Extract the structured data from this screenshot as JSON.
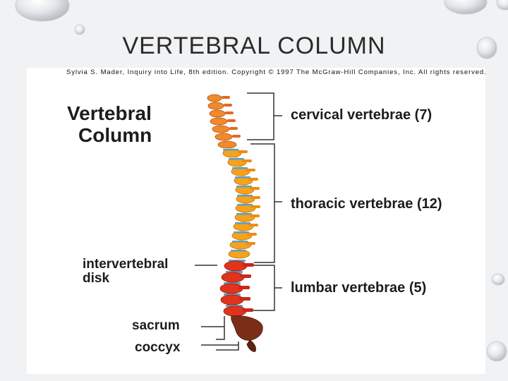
{
  "slide": {
    "title": "VERTEBRAL COLUMN"
  },
  "figure": {
    "credit": "Sylvia S. Mader, Inquiry into Life, 8th edition. Copyright © 1997 The McGraw-Hill Companies, Inc. All rights reserved.",
    "heading_line1": "Vertebral",
    "heading_line2": "Column",
    "labels": {
      "cervical": "cervical vertebrae (7)",
      "thoracic": "thoracic vertebrae (12)",
      "lumbar": "lumbar vertebrae (5)",
      "intervertebral_line1": "intervertebral",
      "intervertebral_line2": "disk",
      "sacrum": "sacrum",
      "coccyx": "coccyx"
    },
    "colors": {
      "cervical": "#f08a2a",
      "thoracic": "#f6a21c",
      "lumbar": "#e0341c",
      "sacrum": "#7a2e18",
      "disk": "#5aa0c8"
    }
  }
}
